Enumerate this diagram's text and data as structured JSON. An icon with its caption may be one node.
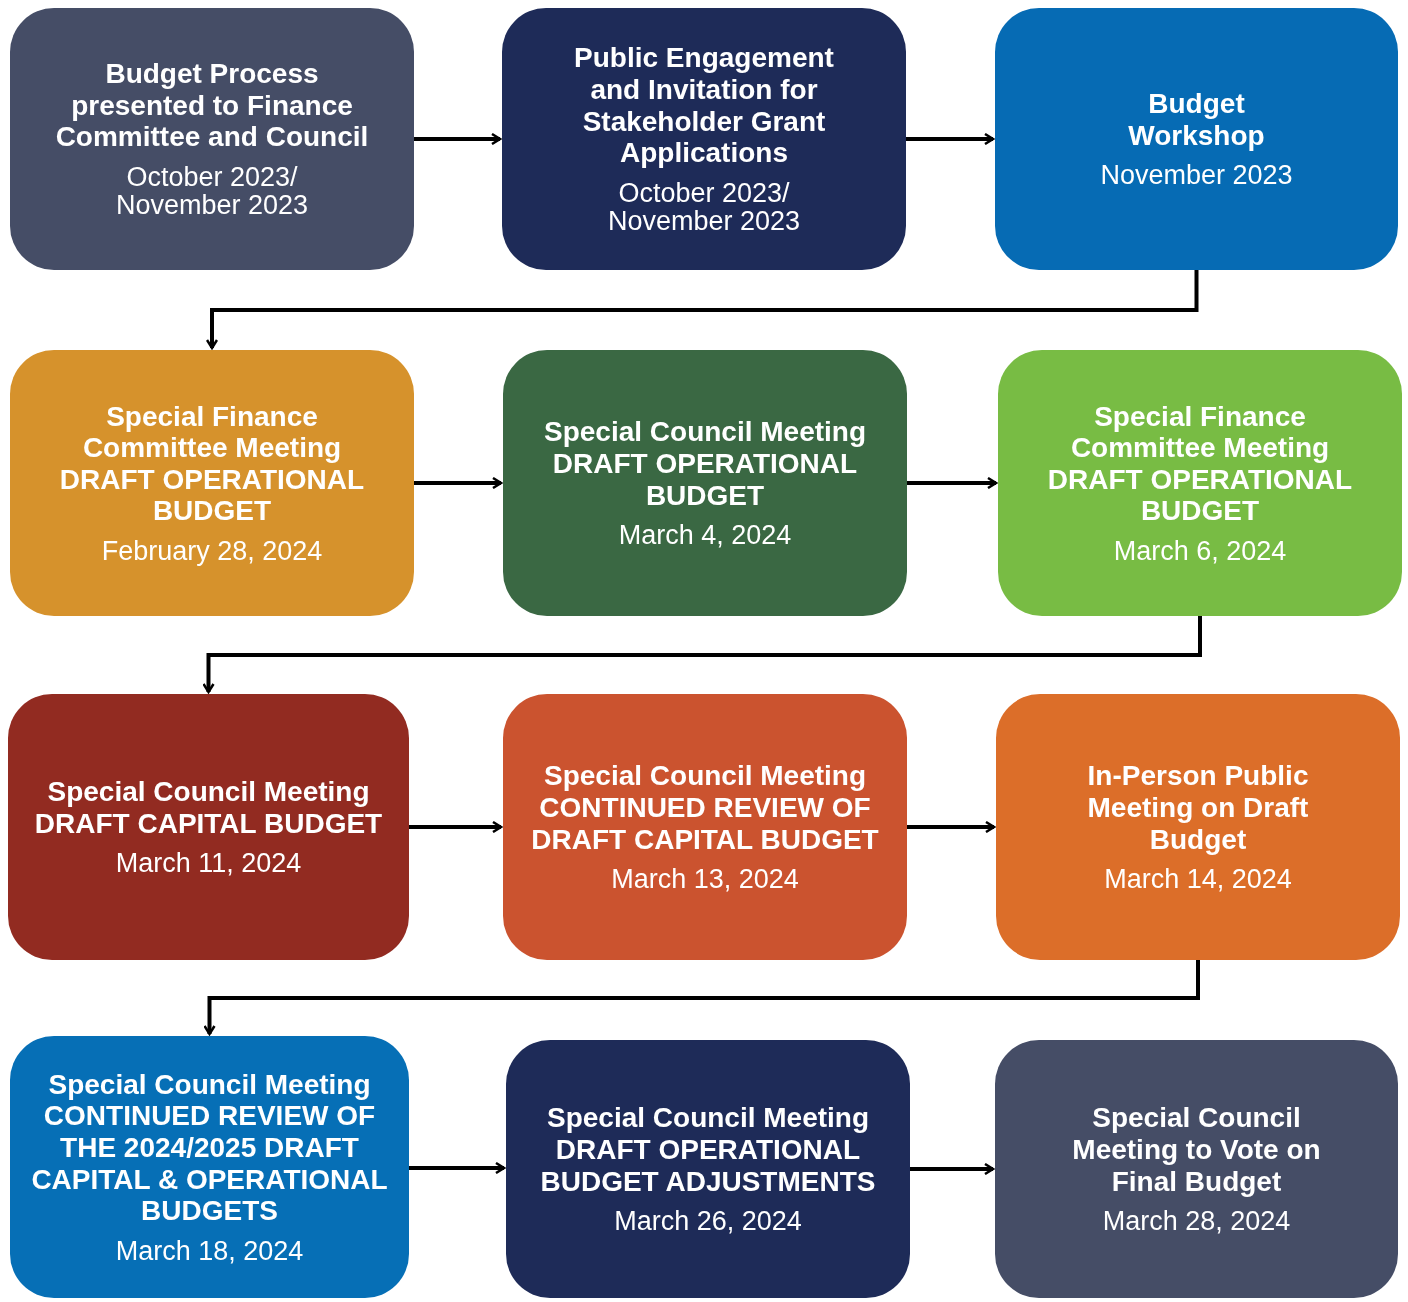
{
  "diagram": {
    "nodes": [
      {
        "text": [
          "Budget Process presented to Finance Committee and Council",
          "October 2023/ November 2023"
        ]
      },
      {
        "text": [
          "Public Engagement and Invitation for Stakeholder Grant Applications",
          "October 2023/ November 2023"
        ]
      },
      {
        "text": [
          "Budget Workshop",
          "November 2023"
        ]
      },
      {
        "text": [
          "Special Finance Committee Meeting DRAFT OPERATIONAL BUDGET",
          "February 28, 2024"
        ]
      },
      {
        "text": [
          "Special Council Meeting DRAFT OPERATIONAL BUDGET",
          "March 4, 2024"
        ]
      },
      {
        "text": [
          "Special Finance Committee Meeting DRAFT OPERATIONAL BUDGET",
          "March 6, 2024"
        ]
      },
      {
        "text": [
          "Special Council Meeting DRAFT CAPITAL BUDGET",
          "March 11, 2024"
        ]
      },
      {
        "text": [
          "Special Council Meeting CONTINUED REVIEW OF DRAFT CAPITAL BUDGET",
          "March 13, 2024"
        ]
      },
      {
        "text": [
          "In-Person Public Meeting on Draft Budget",
          "March 14, 2024"
        ]
      },
      {
        "text": [
          "Special Council Meeting CONTINUED REVIEW OF THE 2024/2025 DRAFT CAPITAL & OPERATIONAL BUDGETS",
          "March 18, 2024"
        ]
      },
      {
        "text": [
          "Special Council Meeting DRAFT OPERATIONAL BUDGET ADJUSTMENTS",
          "March 26, 2024"
        ]
      },
      {
        "text": [
          "Special Council Meeting to Vote on Final Budget",
          "March 28, 2024"
        ]
      }
    ],
    "edges": [
      {
        "from": 0,
        "to": 1,
        "arrow": "to"
      },
      {
        "from": 1,
        "to": 2,
        "arrow": "to"
      },
      {
        "from": 2,
        "to": 3,
        "arrow": "to"
      },
      {
        "from": 3,
        "to": 4,
        "arrow": "to"
      },
      {
        "from": 4,
        "to": 5,
        "arrow": "to"
      },
      {
        "from": 5,
        "to": 6,
        "arrow": "to"
      },
      {
        "from": 6,
        "to": 7,
        "arrow": "to"
      },
      {
        "from": 7,
        "to": 8,
        "arrow": "to"
      },
      {
        "from": 8,
        "to": 9,
        "arrow": "to"
      },
      {
        "from": 9,
        "to": 10,
        "arrow": "to"
      },
      {
        "from": 10,
        "to": 11,
        "arrow": "to"
      }
    ]
  }
}
